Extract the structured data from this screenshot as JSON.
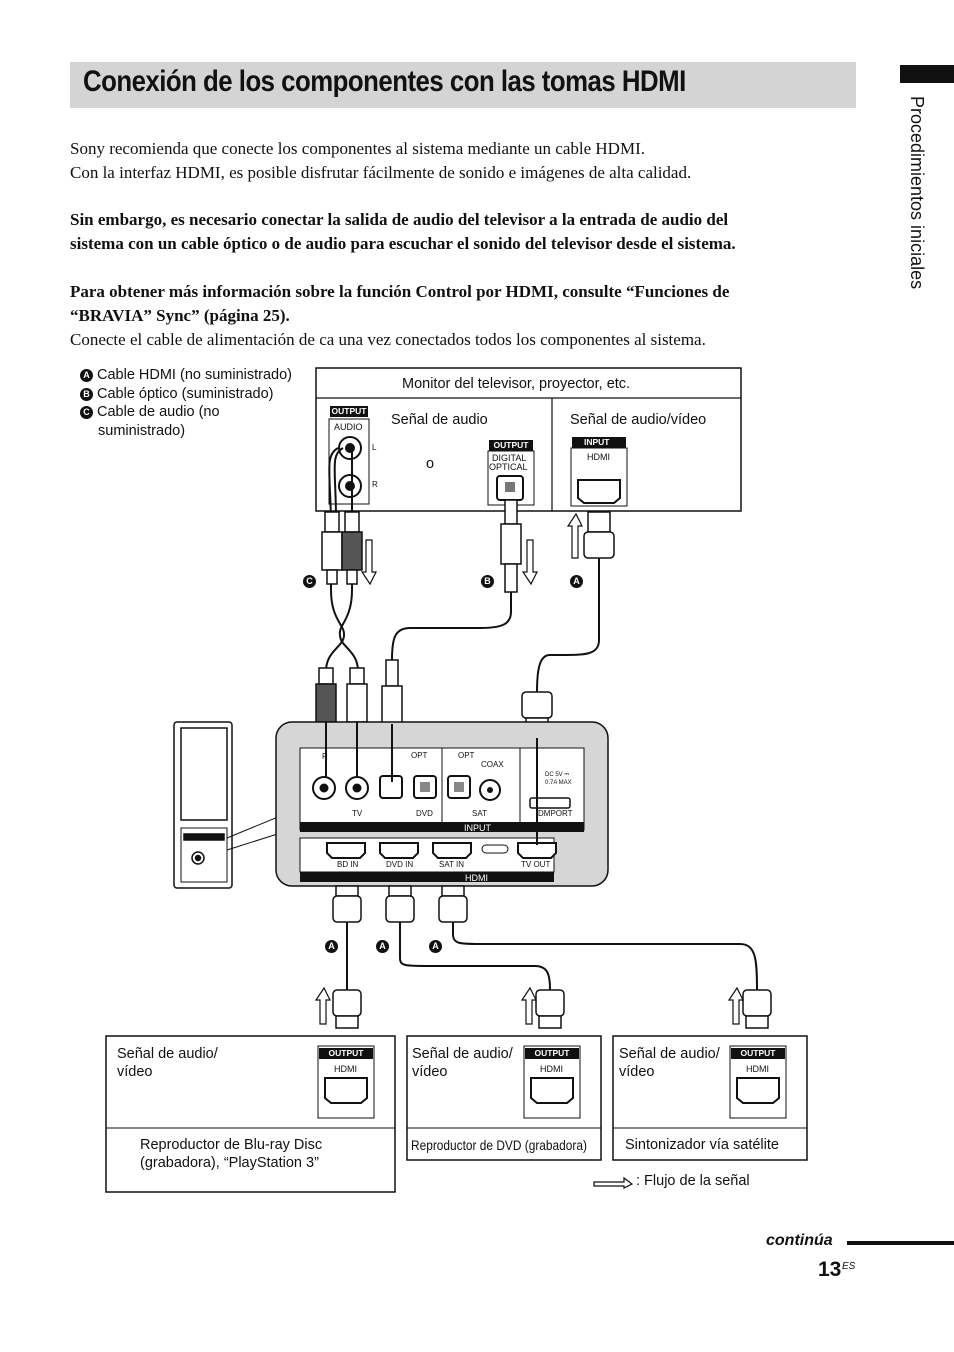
{
  "page": {
    "title": "Conexión de los componentes con las tomas HDMI",
    "side_label": "Procedimientos iniciales",
    "intro_line1": "Sony recomienda que conecte los componentes al sistema mediante un cable HDMI.",
    "intro_line2": "Con la interfaz HDMI, es posible disfrutar fácilmente de sonido e imágenes de alta calidad.",
    "bold_line1": "Sin embargo, es necesario conectar la salida de audio del televisor a la entrada de audio del",
    "bold_line2": "sistema con un cable óptico o de audio para escuchar el sonido del televisor desde el sistema.",
    "bold_line3": "Para obtener más información sobre la función Control por HDMI, consulte “Funciones de",
    "bold_line4": "“BRAVIA” Sync” (página 25).",
    "note_line": "Conecte el cable de alimentación de ca una vez conectados todos los componentes al sistema.",
    "continue_label": "continúa",
    "page_number": "13",
    "page_suffix": "ES"
  },
  "legend": {
    "a_mark": "A",
    "a_text": "Cable HDMI (no suministrado)",
    "b_mark": "B",
    "b_text": "Cable óptico (suministrado)",
    "c_mark": "C",
    "c_text1": "Cable de audio (no",
    "c_text2": "suministrado)"
  },
  "tv_box": {
    "title": "Monitor del televisor, proyector, etc.",
    "audio_signal": "Señal de audio",
    "av_signal": "Señal de audio/vídeo",
    "or_word": "o",
    "output_badge": "OUTPUT",
    "audio_port": "AUDIO",
    "left_ch": "L",
    "right_ch": "R",
    "digital_line1": "DIGITAL",
    "digital_line2": "OPTICAL",
    "input_badge": "INPUT",
    "hdmi_port": "HDMI"
  },
  "cable_marks": {
    "c": "C",
    "b": "B",
    "a": "A"
  },
  "unit": {
    "tv": "TV",
    "dvd": "DVD",
    "sat": "SAT",
    "dmport": "DMPORT",
    "opt1": "OPT",
    "opt2": "OPT",
    "coax": "COAX",
    "r": "R",
    "dc_line1": "DC 5V ⎓",
    "dc_line2": "0.7A MAX",
    "input_bar": "INPUT",
    "hdmi_bar": "HDMI",
    "bd_in": "BD IN",
    "dvd_in": "DVD IN",
    "sat_in": "SAT IN",
    "tv_out": "TV OUT"
  },
  "sources": [
    {
      "signal1": "Señal de audio/",
      "signal2": "vídeo",
      "badge": "OUTPUT",
      "port": "HDMI",
      "name1": "Reproductor de Blu-ray Disc",
      "name2": "(grabadora), “PlayStation 3”"
    },
    {
      "signal1": "Señal de audio/",
      "signal2": "vídeo",
      "badge": "OUTPUT",
      "port": "HDMI",
      "name1": "Reproductor de DVD (grabadora)"
    },
    {
      "signal1": "Señal de audio/",
      "signal2": "vídeo",
      "badge": "OUTPUT",
      "port": "HDMI",
      "name1": "Sintonizador vía satélite"
    }
  ],
  "flow_legend": ": Flujo de la señal"
}
